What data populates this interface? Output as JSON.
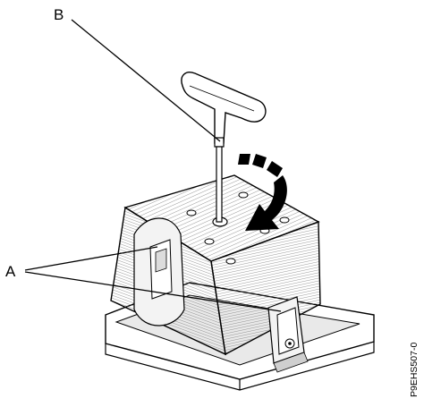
{
  "figure": {
    "callout_b": "B",
    "callout_a": "A",
    "figure_id": "P9EHS507-0"
  },
  "icons": {
    "heatsink": "heatsink-icon",
    "t_handle_wrench": "t-handle-wrench-icon",
    "rotation_arrow": "clockwise-arrow-icon",
    "retention_clip": "retention-clip-icon"
  }
}
